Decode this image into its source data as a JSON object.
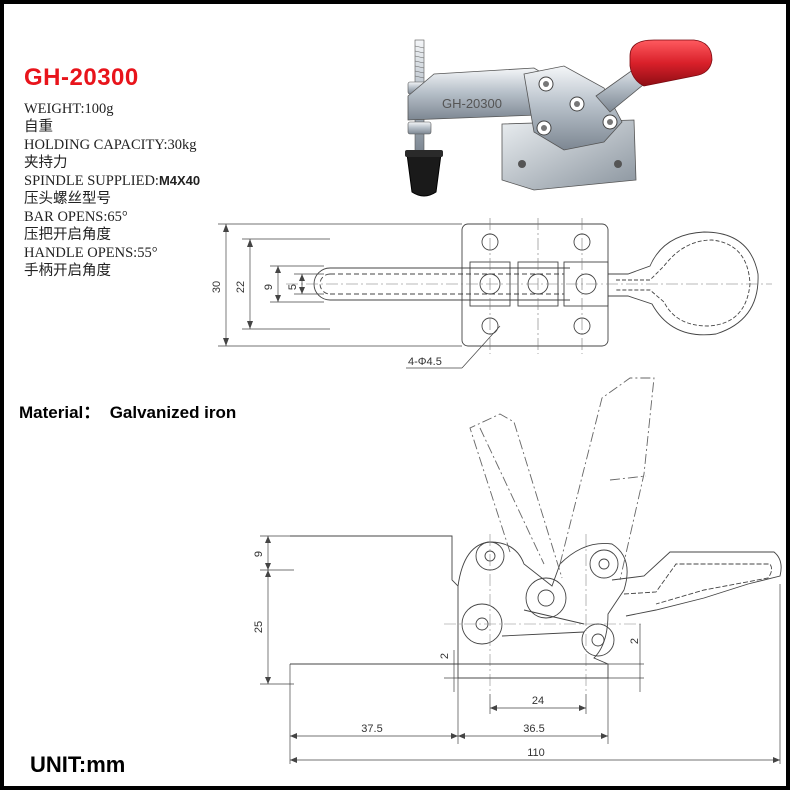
{
  "title": "GH-20300",
  "specs": [
    {
      "label": "WEIGHT:",
      "value": "100g",
      "cn": "自重"
    },
    {
      "label": "HOLDING CAPACITY:",
      "value": "30kg",
      "cn": "夹持力"
    },
    {
      "label": "SPINDLE SUPPLIED:",
      "value": "M4X40",
      "cn": "压头螺丝型号"
    },
    {
      "label": "BAR OPENS:",
      "value": "65°",
      "cn": "压把开启角度"
    },
    {
      "label": "HANDLE OPENS:",
      "value": "55°",
      "cn": "手柄开启角度"
    }
  ],
  "photo_label": "GH-20300",
  "material": {
    "label": "Material：",
    "value": "Galvanized iron"
  },
  "unit": "UNIT:mm",
  "top_view_dims": {
    "d30": "30",
    "d22": "22",
    "d9": "9",
    "d5": "5",
    "holes": "4-Φ4.5"
  },
  "side_view_dims": {
    "d9": "9",
    "d25": "25",
    "d2a": "2",
    "d2b": "2",
    "d24": "24",
    "d37_5": "37.5",
    "d36_5": "36.5",
    "d110": "110"
  },
  "colors": {
    "handle_red": "#d9202a",
    "frame": "#000000",
    "title_red": "#e8141b"
  }
}
